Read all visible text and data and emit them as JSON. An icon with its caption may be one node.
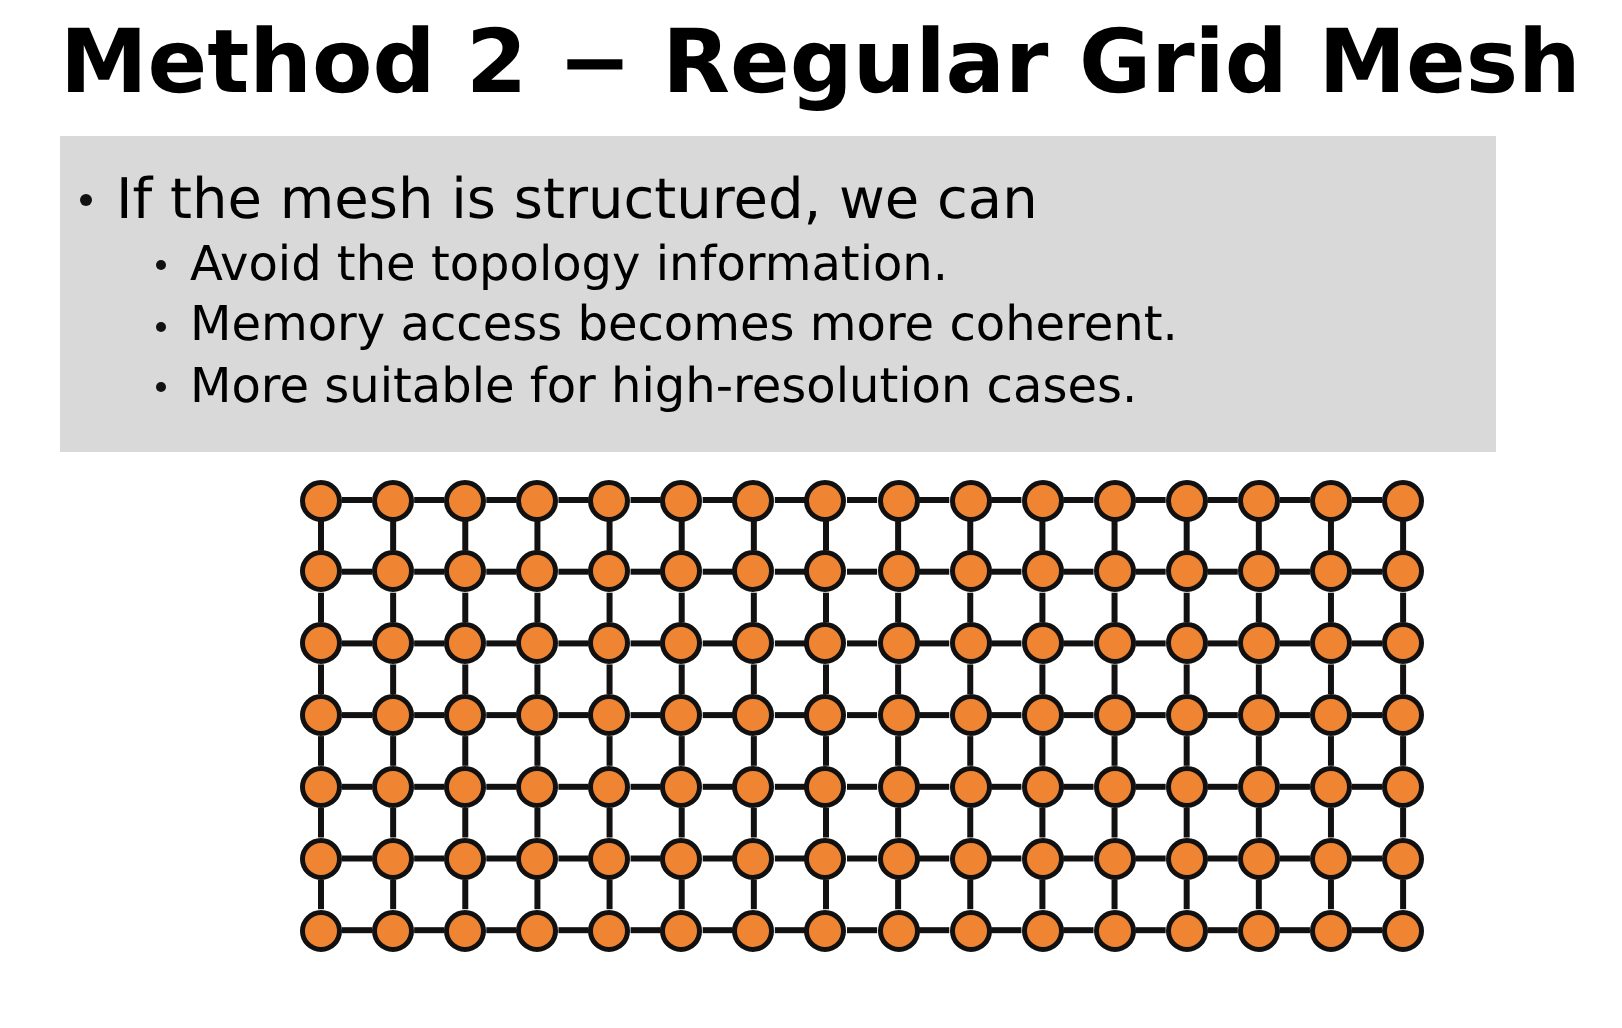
{
  "diagram": {
    "title": "Method 2 − Regular Grid Mesh",
    "nodes": [
      {
        "text": [
          "If the mesh is structured, we can",
          "Avoid the topology information.",
          "Memory access becomes more coherent.",
          "More suitable for high-resolution cases."
        ]
      },
      {
        "text": [],
        "shape": "circle"
      },
      {
        "text": [],
        "shape": "circle"
      },
      {
        "text": [],
        "shape": "circle"
      },
      {
        "text": [],
        "shape": "circle"
      },
      {
        "text": [],
        "shape": "circle"
      },
      {
        "text": [],
        "shape": "circle"
      },
      {
        "text": [],
        "shape": "circle"
      },
      {
        "text": [],
        "shape": "circle"
      },
      {
        "text": [],
        "shape": "circle"
      },
      {
        "text": [],
        "shape": "circle"
      },
      {
        "text": [],
        "shape": "circle"
      },
      {
        "text": [],
        "shape": "circle"
      },
      {
        "text": [],
        "shape": "circle"
      },
      {
        "text": [],
        "shape": "circle"
      },
      {
        "text": [],
        "shape": "circle"
      },
      {
        "text": [],
        "shape": "circle"
      },
      {
        "text": [],
        "shape": "circle"
      },
      {
        "text": [],
        "shape": "circle"
      },
      {
        "text": [],
        "shape": "circle"
      },
      {
        "text": [],
        "shape": "circle"
      },
      {
        "text": [],
        "shape": "circle"
      },
      {
        "text": [],
        "shape": "circle"
      },
      {
        "text": [],
        "shape": "circle"
      },
      {
        "text": [],
        "shape": "circle"
      },
      {
        "text": [],
        "shape": "circle"
      },
      {
        "text": [],
        "shape": "circle"
      },
      {
        "text": [],
        "shape": "circle"
      },
      {
        "text": [],
        "shape": "circle"
      },
      {
        "text": [],
        "shape": "circle"
      },
      {
        "text": [],
        "shape": "circle"
      },
      {
        "text": [],
        "shape": "circle"
      },
      {
        "text": [],
        "shape": "circle"
      },
      {
        "text": [],
        "shape": "circle"
      },
      {
        "text": [],
        "shape": "circle"
      },
      {
        "text": [],
        "shape": "circle"
      },
      {
        "text": [],
        "shape": "circle"
      },
      {
        "text": [],
        "shape": "circle"
      },
      {
        "text": [],
        "shape": "circle"
      },
      {
        "text": [],
        "shape": "circle"
      },
      {
        "text": [],
        "shape": "circle"
      },
      {
        "text": [],
        "shape": "circle"
      },
      {
        "text": [],
        "shape": "circle"
      },
      {
        "text": [],
        "shape": "circle"
      },
      {
        "text": [],
        "shape": "circle"
      },
      {
        "text": [],
        "shape": "circle"
      },
      {
        "text": [],
        "shape": "circle"
      },
      {
        "text": [],
        "shape": "circle"
      },
      {
        "text": [],
        "shape": "circle"
      },
      {
        "text": [],
        "shape": "circle"
      },
      {
        "text": [],
        "shape": "circle"
      },
      {
        "text": [],
        "shape": "circle"
      },
      {
        "text": [],
        "shape": "circle"
      },
      {
        "text": [],
        "shape": "circle"
      },
      {
        "text": [],
        "shape": "circle"
      },
      {
        "text": [],
        "shape": "circle"
      },
      {
        "text": [],
        "shape": "circle"
      },
      {
        "text": [],
        "shape": "circle"
      },
      {
        "text": [],
        "shape": "circle"
      },
      {
        "text": [],
        "shape": "circle"
      },
      {
        "text": [],
        "shape": "circle"
      },
      {
        "text": [],
        "shape": "circle"
      },
      {
        "text": [],
        "shape": "circle"
      },
      {
        "text": [],
        "shape": "circle"
      },
      {
        "text": [],
        "shape": "circle"
      },
      {
        "text": [],
        "shape": "circle"
      },
      {
        "text": [],
        "shape": "circle"
      },
      {
        "text": [],
        "shape": "circle"
      },
      {
        "text": [],
        "shape": "circle"
      },
      {
        "text": [],
        "shape": "circle"
      },
      {
        "text": [],
        "shape": "circle"
      },
      {
        "text": [],
        "shape": "circle"
      },
      {
        "text": [],
        "shape": "circle"
      },
      {
        "text": [],
        "shape": "circle"
      },
      {
        "text": [],
        "shape": "circle"
      },
      {
        "text": [],
        "shape": "circle"
      },
      {
        "text": [],
        "shape": "circle"
      },
      {
        "text": [],
        "shape": "circle"
      },
      {
        "text": [],
        "shape": "circle"
      },
      {
        "text": [],
        "shape": "circle"
      },
      {
        "text": [],
        "shape": "circle"
      },
      {
        "text": [],
        "shape": "circle"
      },
      {
        "text": [],
        "shape": "circle"
      },
      {
        "text": [],
        "shape": "circle"
      },
      {
        "text": [],
        "shape": "circle"
      },
      {
        "text": [],
        "shape": "circle"
      },
      {
        "text": [],
        "shape": "circle"
      },
      {
        "text": [],
        "shape": "circle"
      },
      {
        "text": [],
        "shape": "circle"
      },
      {
        "text": [],
        "shape": "circle"
      },
      {
        "text": [],
        "shape": "circle"
      },
      {
        "text": [],
        "shape": "circle"
      },
      {
        "text": [],
        "shape": "circle"
      },
      {
        "text": [],
        "shape": "circle"
      },
      {
        "text": [],
        "shape": "circle"
      },
      {
        "text": [],
        "shape": "circle"
      },
      {
        "text": [],
        "shape": "circle"
      },
      {
        "text": [],
        "shape": "circle"
      },
      {
        "text": [],
        "shape": "circle"
      },
      {
        "text": [],
        "shape": "circle"
      },
      {
        "text": [],
        "shape": "circle"
      },
      {
        "text": [],
        "shape": "circle"
      },
      {
        "text": [],
        "shape": "circle"
      },
      {
        "text": [],
        "shape": "circle"
      },
      {
        "text": [],
        "shape": "circle"
      },
      {
        "text": [],
        "shape": "circle"
      },
      {
        "text": [],
        "shape": "circle"
      },
      {
        "text": [],
        "shape": "circle"
      },
      {
        "text": [],
        "shape": "circle"
      },
      {
        "text": [],
        "shape": "circle"
      },
      {
        "text": [],
        "shape": "circle"
      },
      {
        "text": [],
        "shape": "circle"
      },
      {
        "text": [],
        "shape": "circle"
      }
    ],
    "edges": [
      {
        "from": 1,
        "to": 2,
        "arrow": "none"
      },
      {
        "from": 2,
        "to": 3,
        "arrow": "none"
      },
      {
        "from": 3,
        "to": 4,
        "arrow": "none"
      },
      {
        "from": 4,
        "to": 5,
        "arrow": "none"
      },
      {
        "from": 5,
        "to": 6,
        "arrow": "none"
      },
      {
        "from": 6,
        "to": 7,
        "arrow": "none"
      },
      {
        "from": 7,
        "to": 8,
        "arrow": "none"
      },
      {
        "from": 8,
        "to": 9,
        "arrow": "none"
      },
      {
        "from": 9,
        "to": 10,
        "arrow": "none"
      },
      {
        "from": 10,
        "to": 11,
        "arrow": "none"
      },
      {
        "from": 11,
        "to": 12,
        "arrow": "none"
      },
      {
        "from": 12,
        "to": 13,
        "arrow": "none"
      },
      {
        "from": 13,
        "to": 14,
        "arrow": "none"
      },
      {
        "from": 14,
        "to": 15,
        "arrow": "none"
      },
      {
        "from": 15,
        "to": 16,
        "arrow": "none"
      },
      {
        "from": 17,
        "to": 18,
        "arrow": "none"
      },
      {
        "from": 18,
        "to": 19,
        "arrow": "none"
      },
      {
        "from": 19,
        "to": 20,
        "arrow": "none"
      },
      {
        "from": 20,
        "to": 21,
        "arrow": "none"
      },
      {
        "from": 21,
        "to": 22,
        "arrow": "none"
      },
      {
        "from": 22,
        "to": 23,
        "arrow": "none"
      },
      {
        "from": 23,
        "to": 24,
        "arrow": "none"
      },
      {
        "from": 24,
        "to": 25,
        "arrow": "none"
      },
      {
        "from": 25,
        "to": 26,
        "arrow": "none"
      },
      {
        "from": 26,
        "to": 27,
        "arrow": "none"
      },
      {
        "from": 27,
        "to": 28,
        "arrow": "none"
      },
      {
        "from": 28,
        "to": 29,
        "arrow": "none"
      },
      {
        "from": 29,
        "to": 30,
        "arrow": "none"
      },
      {
        "from": 30,
        "to": 31,
        "arrow": "none"
      },
      {
        "from": 31,
        "to": 32,
        "arrow": "none"
      },
      {
        "from": 33,
        "to": 34,
        "arrow": "none"
      },
      {
        "from": 34,
        "to": 35,
        "arrow": "none"
      },
      {
        "from": 35,
        "to": 36,
        "arrow": "none"
      },
      {
        "from": 36,
        "to": 37,
        "arrow": "none"
      },
      {
        "from": 37,
        "to": 38,
        "arrow": "none"
      },
      {
        "from": 38,
        "to": 39,
        "arrow": "none"
      },
      {
        "from": 39,
        "to": 40,
        "arrow": "none"
      },
      {
        "from": 40,
        "to": 41,
        "arrow": "none"
      },
      {
        "from": 41,
        "to": 42,
        "arrow": "none"
      },
      {
        "from": 42,
        "to": 43,
        "arrow": "none"
      },
      {
        "from": 43,
        "to": 44,
        "arrow": "none"
      },
      {
        "from": 44,
        "to": 45,
        "arrow": "none"
      },
      {
        "from": 45,
        "to": 46,
        "arrow": "none"
      },
      {
        "from": 46,
        "to": 47,
        "arrow": "none"
      },
      {
        "from": 47,
        "to": 48,
        "arrow": "none"
      },
      {
        "from": 49,
        "to": 50,
        "arrow": "none"
      },
      {
        "from": 50,
        "to": 51,
        "arrow": "none"
      },
      {
        "from": 51,
        "to": 52,
        "arrow": "none"
      },
      {
        "from": 52,
        "to": 53,
        "arrow": "none"
      },
      {
        "from": 53,
        "to": 54,
        "arrow": "none"
      },
      {
        "from": 54,
        "to": 55,
        "arrow": "none"
      },
      {
        "from": 55,
        "to": 56,
        "arrow": "none"
      },
      {
        "from": 56,
        "to": 57,
        "arrow": "none"
      },
      {
        "from": 57,
        "to": 58,
        "arrow": "none"
      },
      {
        "from": 58,
        "to": 59,
        "arrow": "none"
      },
      {
        "from": 59,
        "to": 60,
        "arrow": "none"
      },
      {
        "from": 60,
        "to": 61,
        "arrow": "none"
      },
      {
        "from": 61,
        "to": 62,
        "arrow": "none"
      },
      {
        "from": 62,
        "to": 63,
        "arrow": "none"
      },
      {
        "from": 63,
        "to": 64,
        "arrow": "none"
      },
      {
        "from": 65,
        "to": 66,
        "arrow": "none"
      },
      {
        "from": 66,
        "to": 67,
        "arrow": "none"
      },
      {
        "from": 67,
        "to": 68,
        "arrow": "none"
      },
      {
        "from": 68,
        "to": 69,
        "arrow": "none"
      },
      {
        "from": 69,
        "to": 70,
        "arrow": "none"
      },
      {
        "from": 70,
        "to": 71,
        "arrow": "none"
      },
      {
        "from": 71,
        "to": 72,
        "arrow": "none"
      },
      {
        "from": 72,
        "to": 73,
        "arrow": "none"
      },
      {
        "from": 73,
        "to": 74,
        "arrow": "none"
      },
      {
        "from": 74,
        "to": 75,
        "arrow": "none"
      },
      {
        "from": 75,
        "to": 76,
        "arrow": "none"
      },
      {
        "from": 76,
        "to": 77,
        "arrow": "none"
      },
      {
        "from": 77,
        "to": 78,
        "arrow": "none"
      },
      {
        "from": 78,
        "to": 79,
        "arrow": "none"
      },
      {
        "from": 79,
        "to": 80,
        "arrow": "none"
      },
      {
        "from": 81,
        "to": 82,
        "arrow": "none"
      },
      {
        "from": 82,
        "to": 83,
        "arrow": "none"
      },
      {
        "from": 83,
        "to": 84,
        "arrow": "none"
      },
      {
        "from": 84,
        "to": 85,
        "arrow": "none"
      },
      {
        "from": 85,
        "to": 86,
        "arrow": "none"
      },
      {
        "from": 86,
        "to": 87,
        "arrow": "none"
      },
      {
        "from": 87,
        "to": 88,
        "arrow": "none"
      },
      {
        "from": 88,
        "to": 89,
        "arrow": "none"
      },
      {
        "from": 89,
        "to": 90,
        "arrow": "none"
      },
      {
        "from": 90,
        "to": 91,
        "arrow": "none"
      },
      {
        "from": 91,
        "to": 92,
        "arrow": "none"
      },
      {
        "from": 92,
        "to": 93,
        "arrow": "none"
      },
      {
        "from": 93,
        "to": 94,
        "arrow": "none"
      },
      {
        "from": 94,
        "to": 95,
        "arrow": "none"
      },
      {
        "from": 95,
        "to": 96,
        "arrow": "none"
      },
      {
        "from": 97,
        "to": 98,
        "arrow": "none"
      },
      {
        "from": 98,
        "to": 99,
        "arrow": "none"
      },
      {
        "from": 99,
        "to": 100,
        "arrow": "none"
      },
      {
        "from": 100,
        "to": 101,
        "arrow": "none"
      },
      {
        "from": 101,
        "to": 102,
        "arrow": "none"
      },
      {
        "from": 102,
        "to": 103,
        "arrow": "none"
      },
      {
        "from": 103,
        "to": 104,
        "arrow": "none"
      },
      {
        "from": 104,
        "to": 105,
        "arrow": "none"
      },
      {
        "from": 105,
        "to": 106,
        "arrow": "none"
      },
      {
        "from": 106,
        "to": 107,
        "arrow": "none"
      },
      {
        "from": 107,
        "to": 108,
        "arrow": "none"
      },
      {
        "from": 108,
        "to": 109,
        "arrow": "none"
      },
      {
        "from": 109,
        "to": 110,
        "arrow": "none"
      },
      {
        "from": 110,
        "to": 111,
        "arrow": "none"
      },
      {
        "from": 111,
        "to": 112,
        "arrow": "none"
      },
      {
        "from": 1,
        "to": 17,
        "arrow": "none"
      },
      {
        "from": 2,
        "to": 18,
        "arrow": "none"
      },
      {
        "from": 3,
        "to": 19,
        "arrow": "none"
      },
      {
        "from": 4,
        "to": 20,
        "arrow": "none"
      },
      {
        "from": 5,
        "to": 21,
        "arrow": "none"
      },
      {
        "from": 6,
        "to": 22,
        "arrow": "none"
      },
      {
        "from": 7,
        "to": 23,
        "arrow": "none"
      },
      {
        "from": 8,
        "to": 24,
        "arrow": "none"
      },
      {
        "from": 9,
        "to": 25,
        "arrow": "none"
      },
      {
        "from": 10,
        "to": 26,
        "arrow": "none"
      },
      {
        "from": 11,
        "to": 27,
        "arrow": "none"
      },
      {
        "from": 12,
        "to": 28,
        "arrow": "none"
      },
      {
        "from": 13,
        "to": 29,
        "arrow": "none"
      },
      {
        "from": 14,
        "to": 30,
        "arrow": "none"
      },
      {
        "from": 15,
        "to": 31,
        "arrow": "none"
      },
      {
        "from": 16,
        "to": 32,
        "arrow": "none"
      },
      {
        "from": 17,
        "to": 33,
        "arrow": "none"
      },
      {
        "from": 18,
        "to": 34,
        "arrow": "none"
      },
      {
        "from": 19,
        "to": 35,
        "arrow": "none"
      },
      {
        "from": 20,
        "to": 36,
        "arrow": "none"
      },
      {
        "from": 21,
        "to": 37,
        "arrow": "none"
      },
      {
        "from": 22,
        "to": 38,
        "arrow": "none"
      },
      {
        "from": 23,
        "to": 39,
        "arrow": "none"
      },
      {
        "from": 24,
        "to": 40,
        "arrow": "none"
      },
      {
        "from": 25,
        "to": 41,
        "arrow": "none"
      },
      {
        "from": 26,
        "to": 42,
        "arrow": "none"
      },
      {
        "from": 27,
        "to": 43,
        "arrow": "none"
      },
      {
        "from": 28,
        "to": 44,
        "arrow": "none"
      },
      {
        "from": 29,
        "to": 45,
        "arrow": "none"
      },
      {
        "from": 30,
        "to": 46,
        "arrow": "none"
      },
      {
        "from": 31,
        "to": 47,
        "arrow": "none"
      },
      {
        "from": 32,
        "to": 48,
        "arrow": "none"
      },
      {
        "from": 33,
        "to": 49,
        "arrow": "none"
      },
      {
        "from": 34,
        "to": 50,
        "arrow": "none"
      },
      {
        "from": 35,
        "to": 51,
        "arrow": "none"
      },
      {
        "from": 36,
        "to": 52,
        "arrow": "none"
      },
      {
        "from": 37,
        "to": 53,
        "arrow": "none"
      },
      {
        "from": 38,
        "to": 54,
        "arrow": "none"
      },
      {
        "from": 39,
        "to": 55,
        "arrow": "none"
      },
      {
        "from": 40,
        "to": 56,
        "arrow": "none"
      },
      {
        "from": 41,
        "to": 57,
        "arrow": "none"
      },
      {
        "from": 42,
        "to": 58,
        "arrow": "none"
      },
      {
        "from": 43,
        "to": 59,
        "arrow": "none"
      },
      {
        "from": 44,
        "to": 60,
        "arrow": "none"
      },
      {
        "from": 45,
        "to": 61,
        "arrow": "none"
      },
      {
        "from": 46,
        "to": 62,
        "arrow": "none"
      },
      {
        "from": 47,
        "to": 63,
        "arrow": "none"
      },
      {
        "from": 48,
        "to": 64,
        "arrow": "none"
      },
      {
        "from": 49,
        "to": 65,
        "arrow": "none"
      },
      {
        "from": 50,
        "to": 66,
        "arrow": "none"
      },
      {
        "from": 51,
        "to": 67,
        "arrow": "none"
      },
      {
        "from": 52,
        "to": 68,
        "arrow": "none"
      },
      {
        "from": 53,
        "to": 69,
        "arrow": "none"
      },
      {
        "from": 54,
        "to": 70,
        "arrow": "none"
      },
      {
        "from": 55,
        "to": 71,
        "arrow": "none"
      },
      {
        "from": 56,
        "to": 72,
        "arrow": "none"
      },
      {
        "from": 57,
        "to": 73,
        "arrow": "none"
      },
      {
        "from": 58,
        "to": 74,
        "arrow": "none"
      },
      {
        "from": 59,
        "to": 75,
        "arrow": "none"
      },
      {
        "from": 60,
        "to": 76,
        "arrow": "none"
      },
      {
        "from": 61,
        "to": 77,
        "arrow": "none"
      },
      {
        "from": 62,
        "to": 78,
        "arrow": "none"
      },
      {
        "from": 63,
        "to": 79,
        "arrow": "none"
      },
      {
        "from": 64,
        "to": 80,
        "arrow": "none"
      },
      {
        "from": 65,
        "to": 81,
        "arrow": "none"
      },
      {
        "from": 66,
        "to": 82,
        "arrow": "none"
      },
      {
        "from": 67,
        "to": 83,
        "arrow": "none"
      },
      {
        "from": 68,
        "to": 84,
        "arrow": "none"
      },
      {
        "from": 69,
        "to": 85,
        "arrow": "none"
      },
      {
        "from": 70,
        "to": 86,
        "arrow": "none"
      },
      {
        "from": 71,
        "to": 87,
        "arrow": "none"
      },
      {
        "from": 72,
        "to": 88,
        "arrow": "none"
      },
      {
        "from": 73,
        "to": 89,
        "arrow": "none"
      },
      {
        "from": 74,
        "to": 90,
        "arrow": "none"
      },
      {
        "from": 75,
        "to": 91,
        "arrow": "none"
      },
      {
        "from": 76,
        "to": 92,
        "arrow": "none"
      },
      {
        "from": 77,
        "to": 93,
        "arrow": "none"
      },
      {
        "from": 78,
        "to": 94,
        "arrow": "none"
      },
      {
        "from": 79,
        "to": 95,
        "arrow": "none"
      },
      {
        "from": 80,
        "to": 96,
        "arrow": "none"
      },
      {
        "from": 81,
        "to": 97,
        "arrow": "none"
      },
      {
        "from": 82,
        "to": 98,
        "arrow": "none"
      },
      {
        "from": 83,
        "to": 99,
        "arrow": "none"
      },
      {
        "from": 84,
        "to": 100,
        "arrow": "none"
      },
      {
        "from": 85,
        "to": 101,
        "arrow": "none"
      },
      {
        "from": 86,
        "to": 102,
        "arrow": "none"
      },
      {
        "from": 87,
        "to": 103,
        "arrow": "none"
      },
      {
        "from": 88,
        "to": 104,
        "arrow": "none"
      },
      {
        "from": 89,
        "to": 105,
        "arrow": "none"
      },
      {
        "from": 90,
        "to": 106,
        "arrow": "none"
      },
      {
        "from": 91,
        "to": 107,
        "arrow": "none"
      },
      {
        "from": 92,
        "to": 108,
        "arrow": "none"
      },
      {
        "from": 93,
        "to": 109,
        "arrow": "none"
      },
      {
        "from": 94,
        "to": 110,
        "arrow": "none"
      },
      {
        "from": 95,
        "to": 111,
        "arrow": "none"
      },
      {
        "from": 96,
        "to": 112,
        "arrow": "none"
      }
    ]
  }
}
